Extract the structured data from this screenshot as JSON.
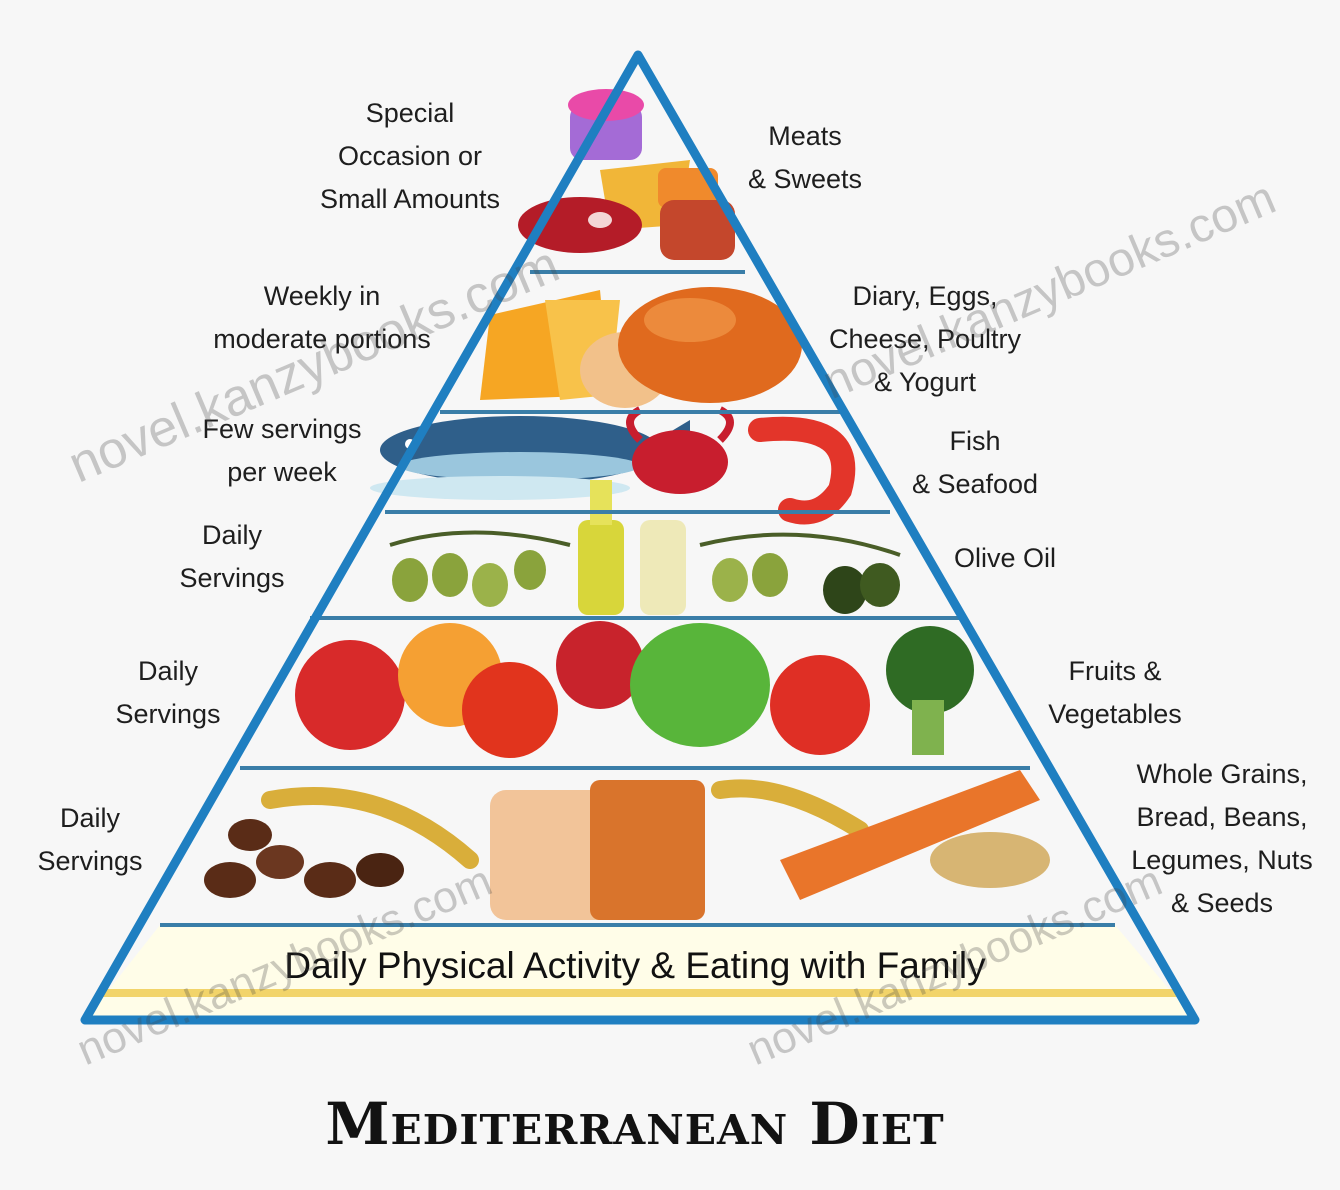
{
  "title": "Mediterranean Diet",
  "base_text": "Daily Physical Activity & Eating with Family",
  "watermark": "novel.kanzybooks.com",
  "tiers": [
    {
      "left_label": [
        "Special",
        "Occasion or",
        "Small Amounts"
      ],
      "right_label": [
        "Meats",
        "& Sweets"
      ]
    },
    {
      "left_label": [
        "Weekly in",
        "moderate portions"
      ],
      "right_label": [
        "Diary, Eggs,",
        "Cheese, Poultry",
        "& Yogurt"
      ]
    },
    {
      "left_label": [
        "Few servings",
        "per week"
      ],
      "right_label": [
        "Fish",
        "& Seafood"
      ]
    },
    {
      "left_label": [
        "Daily",
        "Servings"
      ],
      "right_label": [
        "Olive Oil"
      ]
    },
    {
      "left_label": [
        "Daily",
        "Servings"
      ],
      "right_label": [
        "Fruits &",
        "Vegetables"
      ]
    },
    {
      "left_label": [
        "Daily",
        "Servings"
      ],
      "right_label": [
        "Whole Grains,",
        "Bread, Beans,",
        "Legumes, Nuts",
        "& Seeds"
      ]
    }
  ],
  "colors": {
    "outline": "#1f7fc1",
    "divider": "#3a7ea8",
    "base_fill": "#fffde8"
  },
  "food_icons": [
    "cupcake-icon",
    "steak-icon",
    "cheese-icon",
    "chicken-icon",
    "fish-icon",
    "crab-icon",
    "shrimp-icon",
    "olive-branch-icon",
    "olive-oil-bottle-icon",
    "apple-icon",
    "orange-icon",
    "lettuce-icon",
    "broccoli-icon",
    "wheat-icon",
    "bread-icon",
    "nuts-icon"
  ]
}
